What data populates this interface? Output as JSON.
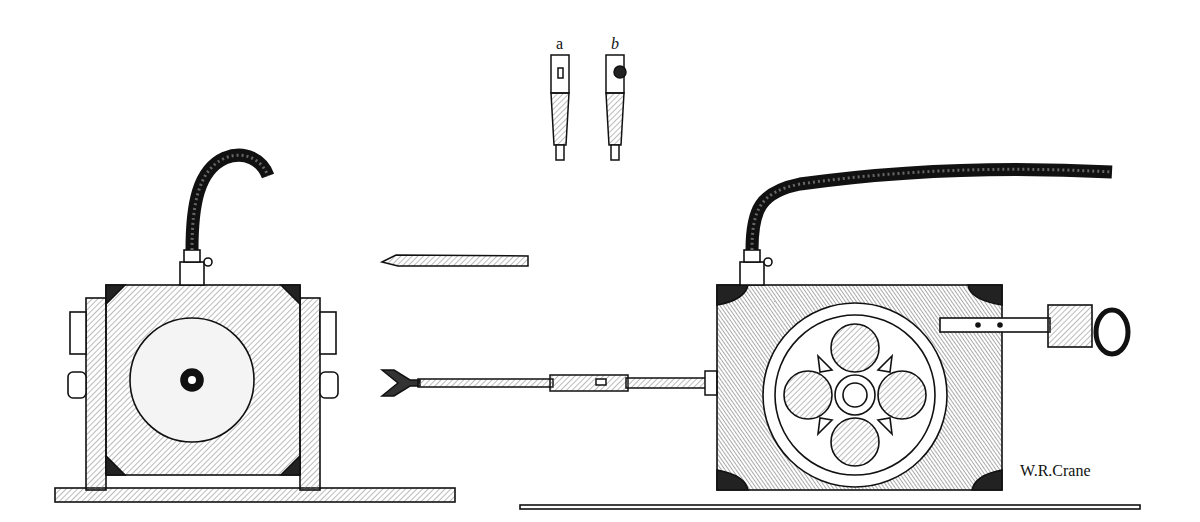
{
  "diagram": {
    "labels": [
      "a",
      "b",
      "W.R.Crane"
    ]
  }
}
